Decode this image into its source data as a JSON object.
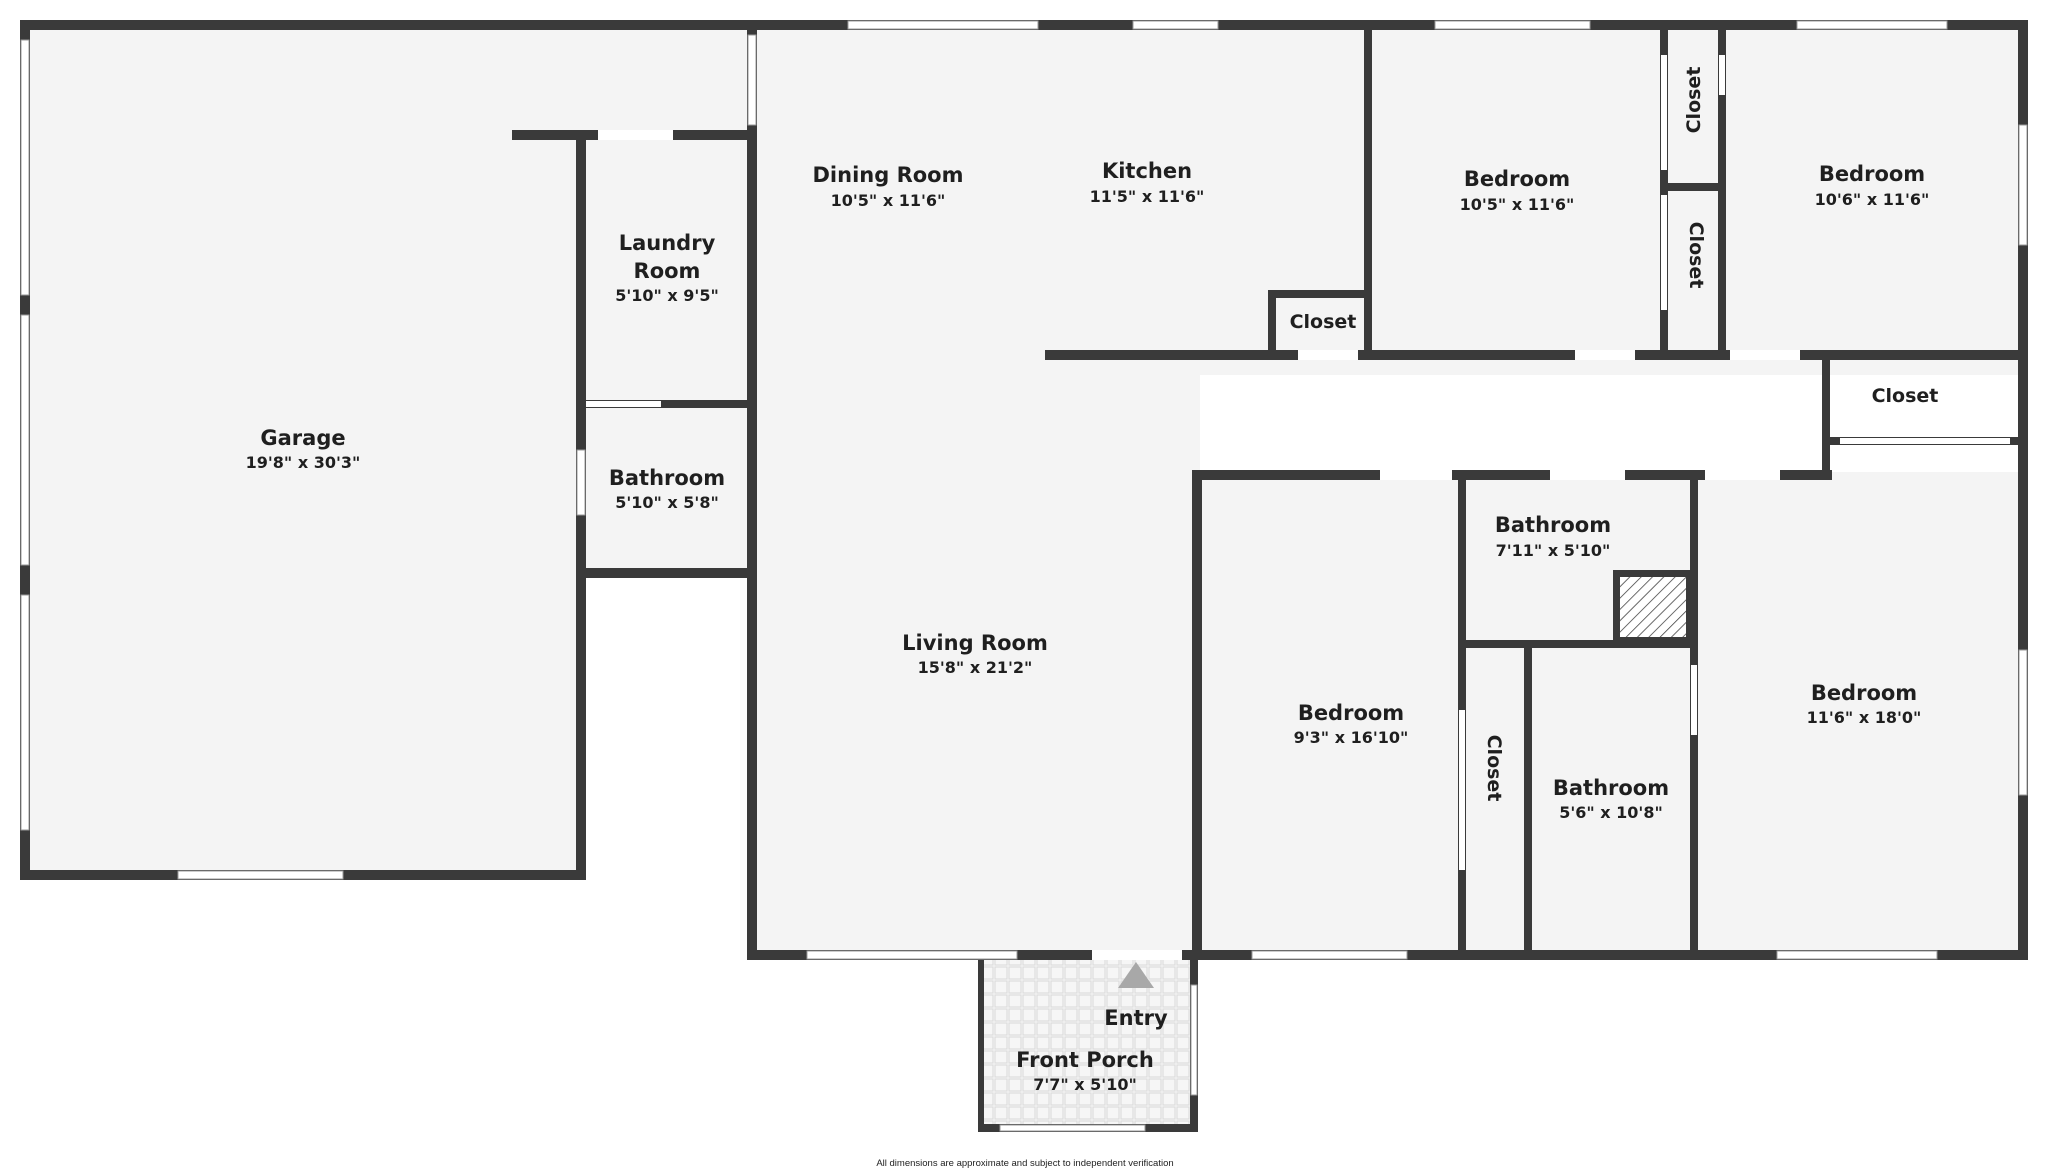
{
  "rooms": {
    "garage": {
      "name": "Garage",
      "dim": "19'8\" x 30'3\""
    },
    "laundry": {
      "name_l1": "Laundry",
      "name_l2": "Room",
      "dim": "5'10\" x 9'5\""
    },
    "bath_small": {
      "name": "Bathroom",
      "dim": "5'10\" x 5'8\""
    },
    "dining": {
      "name": "Dining Room",
      "dim": "10'5\" x 11'6\""
    },
    "kitchen": {
      "name": "Kitchen",
      "dim": "11'5\" x 11'6\""
    },
    "living": {
      "name": "Living Room",
      "dim": "15'8\" x 21'2\""
    },
    "bed1": {
      "name": "Bedroom",
      "dim": "10'5\" x 11'6\""
    },
    "bed2": {
      "name": "Bedroom",
      "dim": "10'6\" x 11'6\""
    },
    "bed3": {
      "name": "Bedroom",
      "dim": "9'3\" x 16'10\""
    },
    "bed4": {
      "name": "Bedroom",
      "dim": "11'6\" x 18'0\""
    },
    "bath_hall": {
      "name": "Bathroom",
      "dim": "7'11\" x 5'10\""
    },
    "bath_main": {
      "name": "Bathroom",
      "dim": "5'6\" x 10'8\""
    },
    "porch": {
      "name": "Front Porch",
      "dim": "7'7\" x 5'10\""
    }
  },
  "closets": {
    "label": "Closet"
  },
  "entry_label": "Entry",
  "footnote": "All dimensions are approximate and subject to independent verification",
  "colors": {
    "wall": "#3a3a3a",
    "floor": "#f4f4f4",
    "window": "#ffffff",
    "entry_arrow": "#a8a8a8"
  }
}
